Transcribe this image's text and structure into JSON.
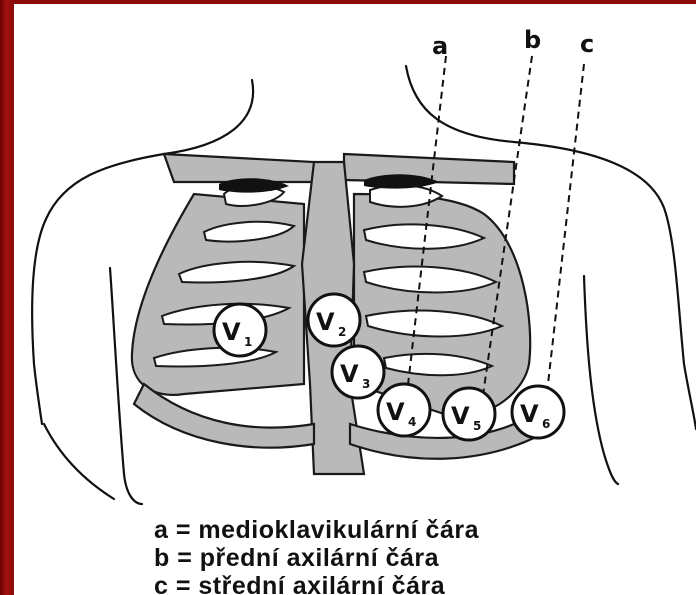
{
  "line_labels": {
    "a": "a",
    "b": "b",
    "c": "c"
  },
  "electrodes": [
    {
      "letter": "V",
      "sub": "1"
    },
    {
      "letter": "V",
      "sub": "2"
    },
    {
      "letter": "V",
      "sub": "3"
    },
    {
      "letter": "V",
      "sub": "4"
    },
    {
      "letter": "V",
      "sub": "5"
    },
    {
      "letter": "V",
      "sub": "6"
    }
  ],
  "legend": [
    "a = medioklavikulární čára",
    "b = přední axilární čára",
    "c = střední axilární čára"
  ],
  "colors": {
    "frame": "#8b0b0b",
    "bone": "#b9b9b9",
    "ink": "#111111"
  }
}
